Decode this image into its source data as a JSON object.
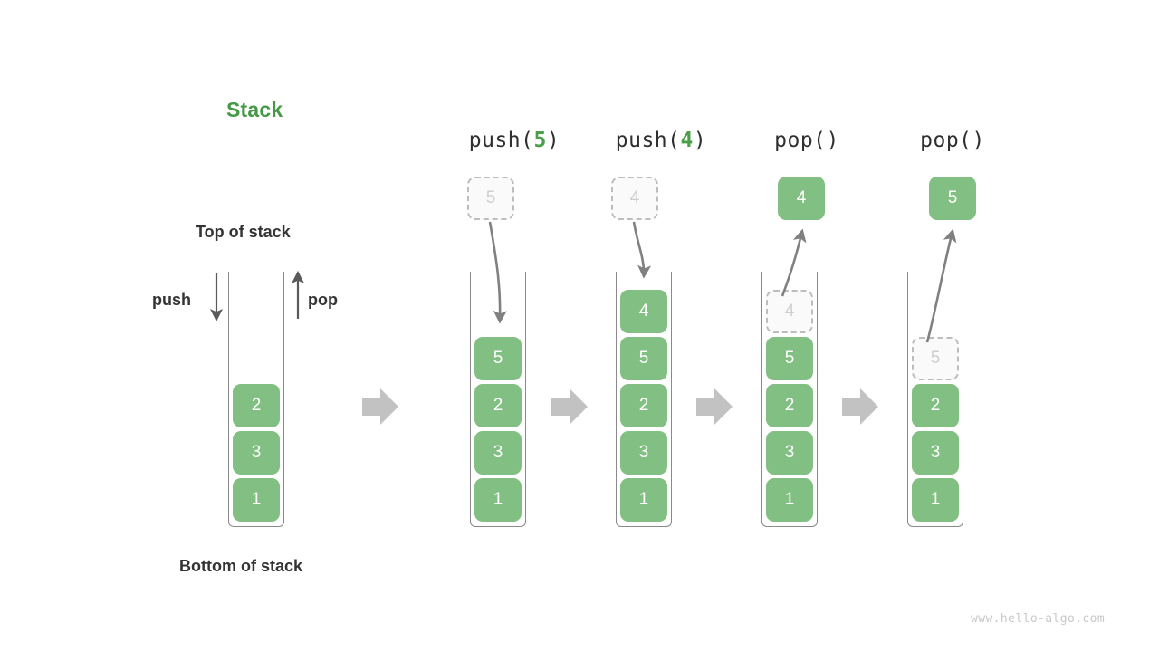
{
  "diagram": {
    "title": "Stack",
    "title_color": "#459945",
    "box_color": "#82bf82",
    "ghost_color": "#cfcfcf",
    "arrow_color": "#808080",
    "transition_arrow_color": "#c2c2c2",
    "watermark": "www.hello-algo.com",
    "labels": {
      "top_of_stack": "Top of stack",
      "bottom_of_stack": "Bottom of stack",
      "push": "push",
      "pop": "pop"
    },
    "columns": [
      {
        "id": "initial",
        "header": "",
        "header_prefix": "",
        "header_arg": "",
        "header_suffix": "",
        "items": [
          "1",
          "3",
          "2"
        ],
        "ghost_top": null,
        "float_box": null,
        "float_box_style": null,
        "arrow": null
      },
      {
        "id": "push-5",
        "header": "push(5)",
        "header_prefix": "push(",
        "header_arg": "5",
        "header_suffix": ")",
        "items": [
          "1",
          "3",
          "2",
          "5"
        ],
        "ghost_top": null,
        "float_box": "5",
        "float_box_style": "ghost",
        "arrow": "down-into-stack"
      },
      {
        "id": "push-4",
        "header": "push(4)",
        "header_prefix": "push(",
        "header_arg": "4",
        "header_suffix": ")",
        "items": [
          "1",
          "3",
          "2",
          "5",
          "4"
        ],
        "ghost_top": null,
        "float_box": "4",
        "float_box_style": "ghost",
        "arrow": "down-into-stack"
      },
      {
        "id": "pop-4",
        "header": "pop()",
        "header_prefix": "pop(",
        "header_arg": "",
        "header_suffix": ")",
        "items": [
          "1",
          "3",
          "2",
          "5"
        ],
        "ghost_top": "4",
        "float_box": "4",
        "float_box_style": "solid",
        "arrow": "up-out-of-stack"
      },
      {
        "id": "pop-5",
        "header": "pop()",
        "header_prefix": "pop(",
        "header_arg": "",
        "header_suffix": ")",
        "items": [
          "1",
          "3",
          "2"
        ],
        "ghost_top": "5",
        "float_box": "5",
        "float_box_style": "solid",
        "arrow": "up-out-of-stack"
      }
    ],
    "transition_arrows": 4
  }
}
